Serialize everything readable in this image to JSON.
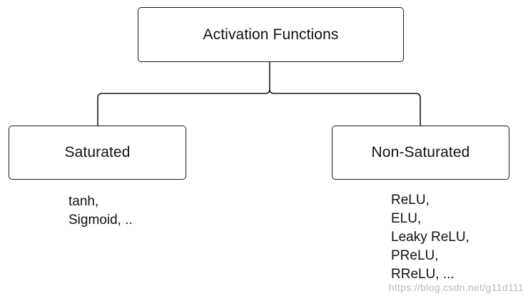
{
  "diagram": {
    "root": {
      "label": "Activation Functions"
    },
    "branches": [
      {
        "label": "Saturated",
        "examples": [
          "tanh,",
          "Sigmoid, .."
        ]
      },
      {
        "label": "Non-Saturated",
        "examples": [
          "ReLU,",
          "ELU,",
          "Leaky ReLU,",
          "PReLU,",
          "RReLU, ..."
        ]
      }
    ]
  },
  "watermark": "https://blog.csdn.net/g11d111",
  "colors": {
    "stroke": "#1a1a1a",
    "text": "#111111",
    "watermark": "#b9b9b9",
    "background": "#ffffff"
  }
}
